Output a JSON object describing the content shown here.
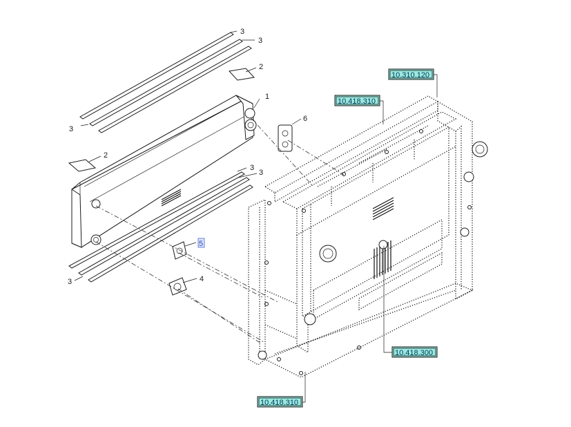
{
  "callouts": {
    "c1": "3",
    "c2": "3",
    "c3": "2",
    "c4": "1",
    "c5": "3",
    "c6": "6",
    "c7": "2",
    "c8": "3",
    "c9": "3",
    "c10": "5",
    "c11": "4",
    "c12": "3"
  },
  "highlighted_callout": "c10",
  "references": {
    "r1": "10.310.120",
    "r2": "10.418.310",
    "r3": "10.418.300",
    "r4": "10.418.310"
  },
  "colors": {
    "reference_fill": "#9be8df",
    "highlight_fill": "#dde6ff",
    "line": "#1a1a1a"
  }
}
